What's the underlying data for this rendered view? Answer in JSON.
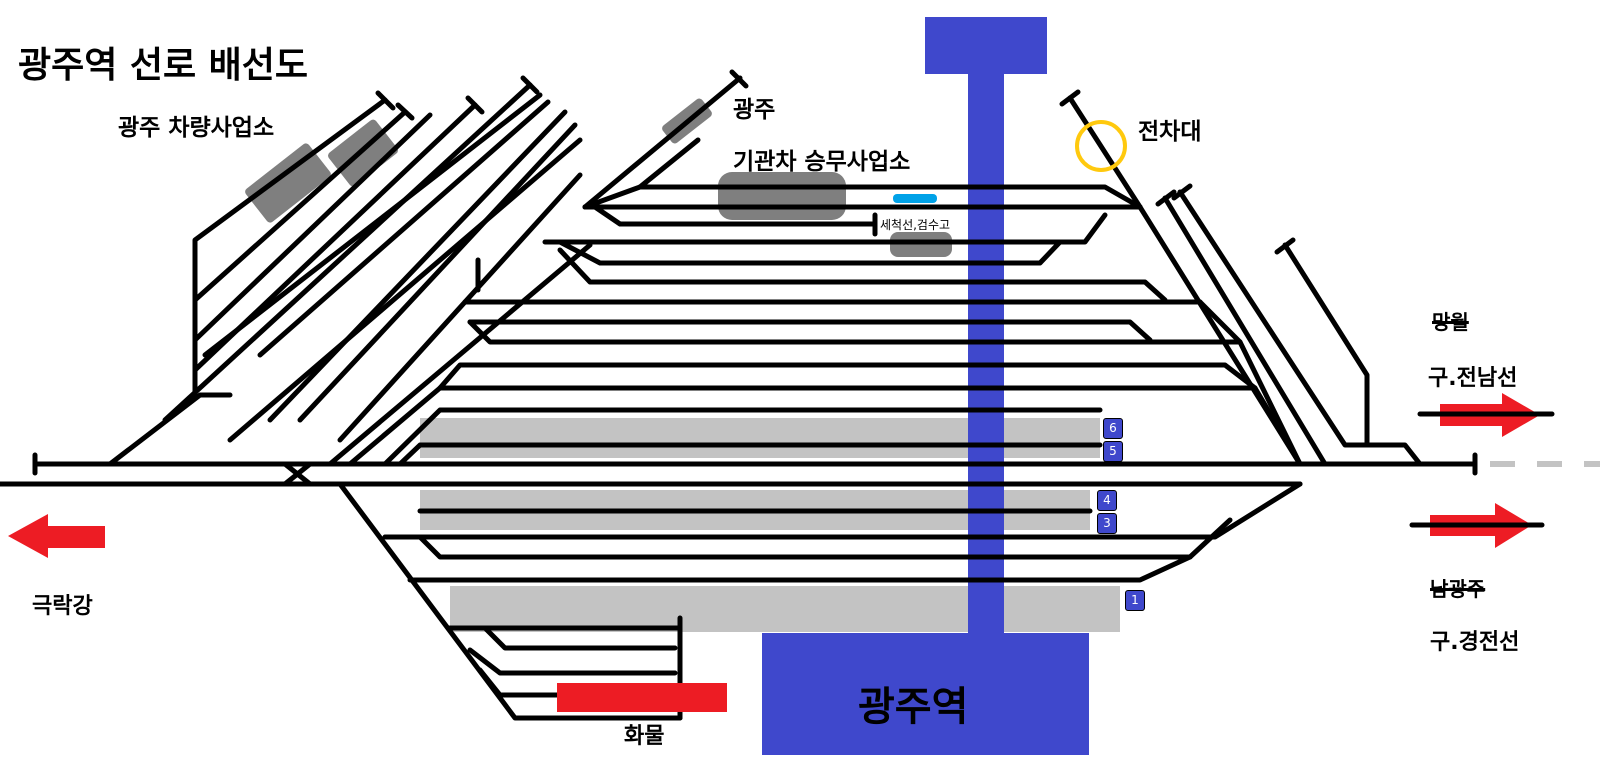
{
  "title": "광주역 선로 배선도",
  "labels": {
    "depot": "광주 차량사업소",
    "gwangju": "광주",
    "crew_office": "기관차 승무사업소",
    "wash_line": "세척선,검수고",
    "turntable": "전차대",
    "mangwol": "망월",
    "old_jeonnam": "구.전남선",
    "namgwangju": "남광주",
    "old_gyeongjeon": "구.경전선",
    "geukrakgang": "극락강",
    "freight": "화물",
    "station": "광주역"
  },
  "platforms": [
    "6",
    "5",
    "4",
    "3",
    "1"
  ],
  "colors": {
    "track": "#000000",
    "station": "#3f48cc",
    "platform": "#c3c3c3",
    "arrow": "#ed1c24",
    "turntable": "#ffc90e",
    "wash_line": "#00a2e8",
    "building": "#7f7f7f"
  }
}
